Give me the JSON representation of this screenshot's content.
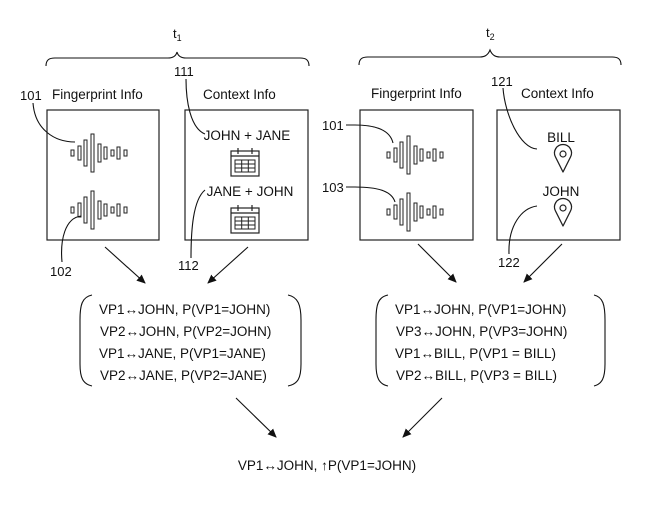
{
  "time_periods": [
    {
      "label": "t",
      "subscript": "1",
      "fingerprint": {
        "header": "Fingerprint Info",
        "refs": [
          "101",
          "102"
        ]
      },
      "context": {
        "header": "Context Info",
        "entries": [
          {
            "text": "JOHN + JANE",
            "icon": "calendar-icon",
            "ref": "111"
          },
          {
            "text": "JANE + JOHN",
            "icon": "calendar-icon",
            "ref": "112"
          }
        ]
      },
      "hypotheses": [
        "VP1↔JOHN, P(VP1=JOHN)",
        "VP2↔JOHN, P(VP2=JOHN)",
        "VP1↔JANE, P(VP1=JANE)",
        "VP2↔JANE, P(VP2=JANE)"
      ]
    },
    {
      "label": "t",
      "subscript": "2",
      "fingerprint": {
        "header": "Fingerprint Info",
        "refs": [
          "101",
          "103"
        ]
      },
      "context": {
        "header": "Context Info",
        "entries": [
          {
            "text": "BILL",
            "icon": "location-pin-icon",
            "ref": "121"
          },
          {
            "text": "JOHN",
            "icon": "location-pin-icon",
            "ref": "122"
          }
        ]
      },
      "hypotheses": [
        "VP1↔JOHN, P(VP1=JOHN)",
        "VP3↔JOHN, P(VP3=JOHN)",
        "VP1↔BILL, P(VP1 = BILL)",
        "VP2↔BILL, P(VP3 = BILL)"
      ]
    }
  ],
  "result": "VP1↔JOHN, ↑P(VP1=JOHN)"
}
